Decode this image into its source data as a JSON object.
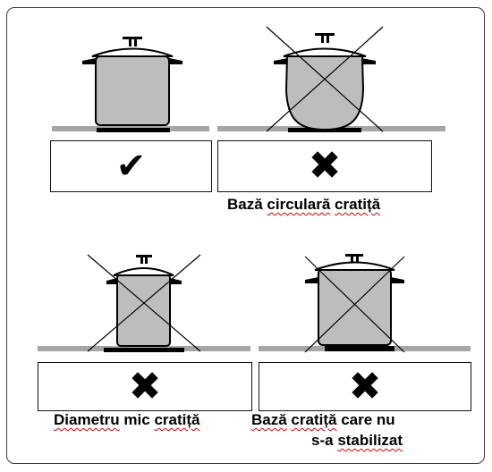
{
  "panels": {
    "good": {
      "symbol": "✔"
    },
    "round_base": {
      "symbol": "✖",
      "caption_words": [
        "Bază",
        "circulară",
        "cratiță"
      ]
    },
    "small_diameter": {
      "symbol": "✖",
      "caption_words": [
        "Diametru",
        "mic",
        "cratiță"
      ]
    },
    "not_stabilized": {
      "symbol": "✖",
      "caption_line1_words": [
        "Bază",
        "cratiță",
        "care",
        "nu"
      ],
      "caption_line2_words": [
        "s-a",
        "stabilizat"
      ]
    }
  },
  "colors": {
    "pot_fill": "#bdbdbd",
    "outline": "#000000",
    "cooktop": "#a6a6a6",
    "spellcheck_underline": "#d40000"
  },
  "icons": [
    "pot-icon",
    "cooktop-icon",
    "checkmark-icon",
    "cross-icon"
  ]
}
